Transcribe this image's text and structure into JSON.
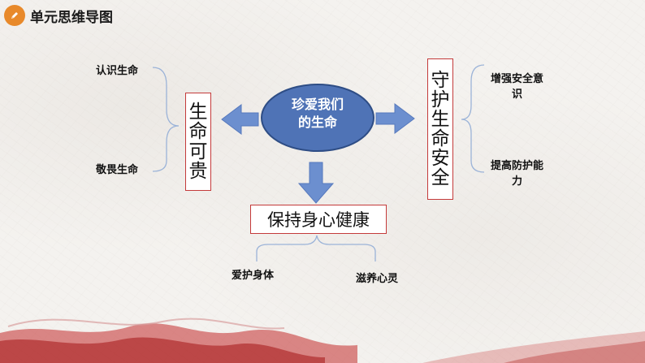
{
  "header": {
    "title": "单元思维导图",
    "icon": "pencil-icon"
  },
  "center": {
    "line1": "珍爱我们",
    "line2": "的生命"
  },
  "left_box": {
    "chars": [
      "生",
      "命",
      "可",
      "贵"
    ]
  },
  "right_box": {
    "chars": [
      "守",
      "护",
      "生",
      "命",
      "安",
      "全"
    ]
  },
  "bottom_box": {
    "text": "保持身心健康"
  },
  "left_items": [
    "认识生命",
    "敬畏生命"
  ],
  "right_items": [
    {
      "line1": "增强安全意",
      "line2": "识"
    },
    {
      "line1": "提高防护能",
      "line2": "力"
    }
  ],
  "bottom_items": [
    "爱护身体",
    "滋养心灵"
  ],
  "colors": {
    "ellipse_fill": "#4f73b6",
    "ellipse_stroke": "#2e4d85",
    "arrow_fill": "#6c8fcf",
    "box_border": "#c43a3a",
    "bracket": "#9bb3d8",
    "header_icon": "#e8892a"
  }
}
